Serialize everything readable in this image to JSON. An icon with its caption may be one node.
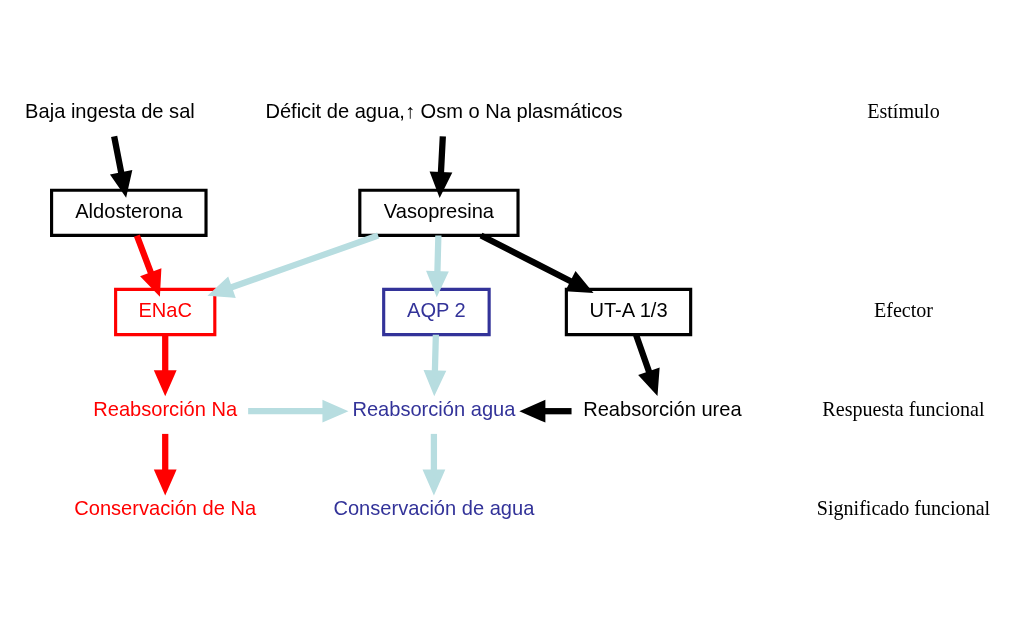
{
  "diagram": {
    "nodes": [
      {
        "text": [
          "Baja ingesta de sal"
        ]
      },
      {
        "text": [
          "Déficit de agua,↑ Osm o Na plasmáticos"
        ]
      },
      {
        "text": [
          "Aldosterona"
        ]
      },
      {
        "text": [
          "Vasopresina"
        ]
      },
      {
        "text": [
          "ENaC"
        ]
      },
      {
        "text": [
          "AQP 2"
        ]
      },
      {
        "text": [
          "UT-A 1/3"
        ]
      },
      {
        "text": [
          "Reabsorción Na"
        ]
      },
      {
        "text": [
          "Reabsorción agua"
        ]
      },
      {
        "text": [
          "Reabsorción urea"
        ]
      },
      {
        "text": [
          "Conservación de Na"
        ]
      },
      {
        "text": [
          "Conservación de agua"
        ]
      }
    ],
    "edges": [
      {
        "from": 0,
        "to": 2,
        "arrow": "to"
      },
      {
        "from": 1,
        "to": 3,
        "arrow": "to"
      },
      {
        "from": 2,
        "to": 4,
        "arrow": "to",
        "color": "#ff0000"
      },
      {
        "from": 3,
        "to": 4,
        "arrow": "to",
        "color": "#b7dde0"
      },
      {
        "from": 3,
        "to": 5,
        "arrow": "to",
        "color": "#b7dde0"
      },
      {
        "from": 3,
        "to": 6,
        "arrow": "to"
      },
      {
        "from": 4,
        "to": 7,
        "arrow": "to",
        "color": "#ff0000"
      },
      {
        "from": 5,
        "to": 8,
        "arrow": "to",
        "color": "#b7dde0"
      },
      {
        "from": 6,
        "to": 9,
        "arrow": "to"
      },
      {
        "from": 7,
        "to": 8,
        "arrow": "to",
        "color": "#b7dde0"
      },
      {
        "from": 9,
        "to": 8,
        "arrow": "to"
      },
      {
        "from": 7,
        "to": 10,
        "arrow": "to",
        "color": "#ff0000"
      },
      {
        "from": 8,
        "to": 11,
        "arrow": "to",
        "color": "#b7dde0"
      }
    ],
    "labels": [
      "Estímulo",
      "Efector",
      "Respuesta funcional",
      "Significado funcional"
    ]
  }
}
